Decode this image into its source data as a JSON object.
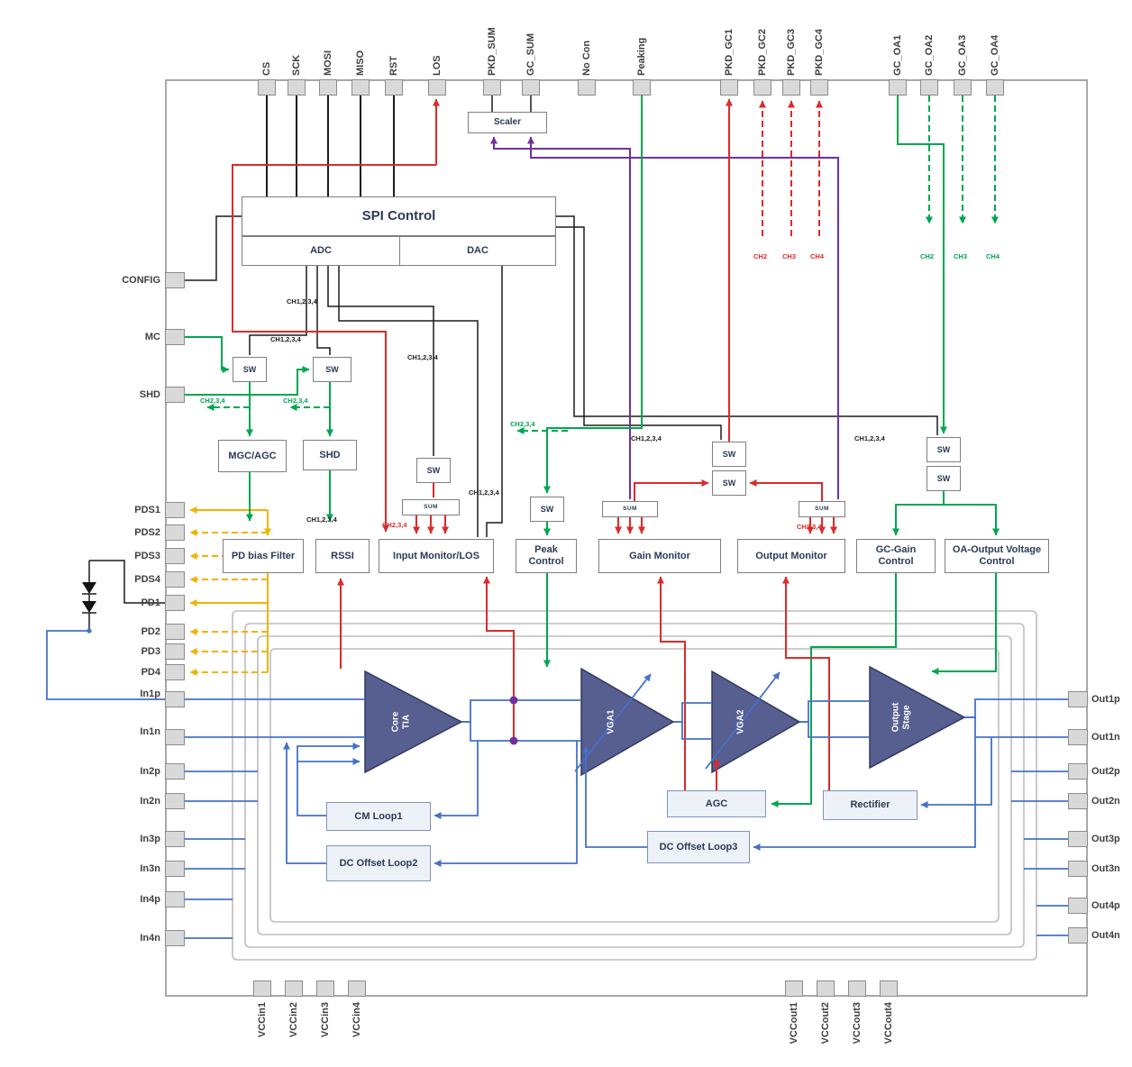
{
  "pins": {
    "top": [
      "CS",
      "SCK",
      "MOSI",
      "MISO",
      "RST",
      "LOS",
      "PKD_SUM",
      "GC_SUM",
      "No Con",
      "Peaking",
      "PKD_GC1",
      "PKD_GC2",
      "PKD_GC3",
      "PKD_GC4",
      "GC_OA1",
      "GC_OA2",
      "GC_OA3",
      "GC_OA4"
    ],
    "left": [
      "CONFIG",
      "MC",
      "SHD",
      "PDS1",
      "PDS2",
      "PDS3",
      "PDS4",
      "PD1",
      "PD2",
      "PD3",
      "PD4",
      "In1p",
      "In1n",
      "In2p",
      "In2n",
      "In3p",
      "In3n",
      "In4p",
      "In4n"
    ],
    "right": [
      "Out1p",
      "Out1n",
      "Out2p",
      "Out2n",
      "Out3p",
      "Out3n",
      "Out4p",
      "Out4n"
    ],
    "bottom": [
      "VCCin1",
      "VCCin2",
      "VCCin3",
      "VCCin4",
      "VCCout1",
      "VCCout2",
      "VCCout3",
      "VCCout4"
    ]
  },
  "blocks": {
    "spi": "SPI Control",
    "adc": "ADC",
    "dac": "DAC",
    "scaler": "Scaler",
    "sw": "SW",
    "mgc_agc": "MGC/AGC",
    "shd": "SHD",
    "pd_bias_filter": "PD bias Filter",
    "rssi": "RSSI",
    "input_monitor_los": "Input Monitor/LOS",
    "peak_control": "Peak Control",
    "gain_monitor": "Gain Monitor",
    "output_monitor": "Output Monitor",
    "gc_gain_control": "GC-Gain Control",
    "oa_output_voltage_control": "OA-Output Voltage Control",
    "sum": "SUM",
    "agc": "AGC",
    "rectifier": "Rectifier",
    "cm_loop1": "CM Loop1",
    "dc_offset_loop2": "DC Offset Loop2",
    "dc_offset_loop3": "DC Offset Loop3",
    "core_tia": "Core TIA",
    "vga1": "VGA1",
    "vga2": "VGA2",
    "output_stage": "Output Stage"
  },
  "labels": {
    "ch1234": "CH1,2,3,4",
    "ch234": "CH2,3,4",
    "ch2": "CH2",
    "ch3": "CH3",
    "ch4": "CH4"
  },
  "colors": {
    "red": "#DD2A2A",
    "green": "#00A651",
    "purple": "#7030A0",
    "yellow": "#F0B400",
    "blue": "#4472C4",
    "black": "#1C1C1C",
    "amp_fill": "#575E90",
    "box_border": "#808080",
    "pin_fill": "#D9D9D9",
    "chip_border": "#A8A8A8"
  }
}
